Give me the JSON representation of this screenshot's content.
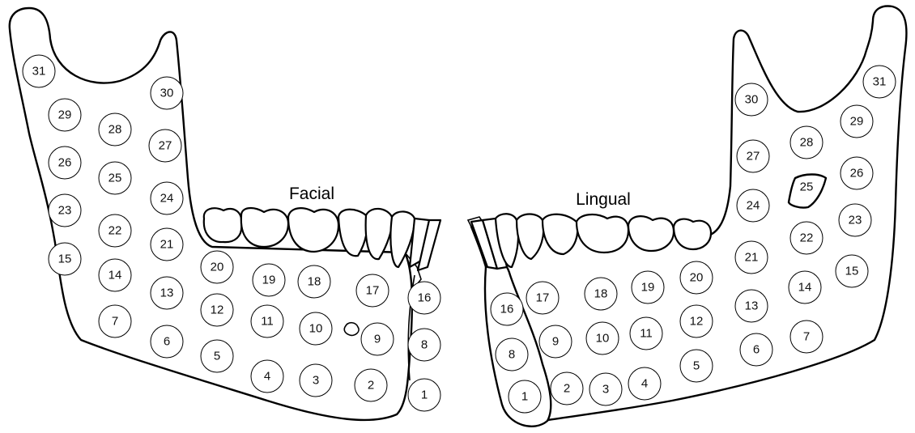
{
  "labels": {
    "facial": "Facial",
    "lingual": "Lingual"
  },
  "facial_sites": [
    "31",
    "29",
    "30",
    "28",
    "27",
    "26",
    "25",
    "24",
    "23",
    "22",
    "21",
    "15",
    "14",
    "13",
    "20",
    "19",
    "18",
    "17",
    "16",
    "12",
    "11",
    "10",
    "9",
    "7",
    "6",
    "5",
    "8",
    "4",
    "3",
    "2",
    "1"
  ],
  "lingual_sites": [
    "31",
    "30",
    "29",
    "28",
    "27",
    "26",
    "25",
    "24",
    "23",
    "22",
    "21",
    "20",
    "15",
    "14",
    "13",
    "19",
    "18",
    "17",
    "16",
    "12",
    "11",
    "10",
    "9",
    "7",
    "6",
    "8",
    "5",
    "4",
    "3",
    "2",
    "1"
  ]
}
